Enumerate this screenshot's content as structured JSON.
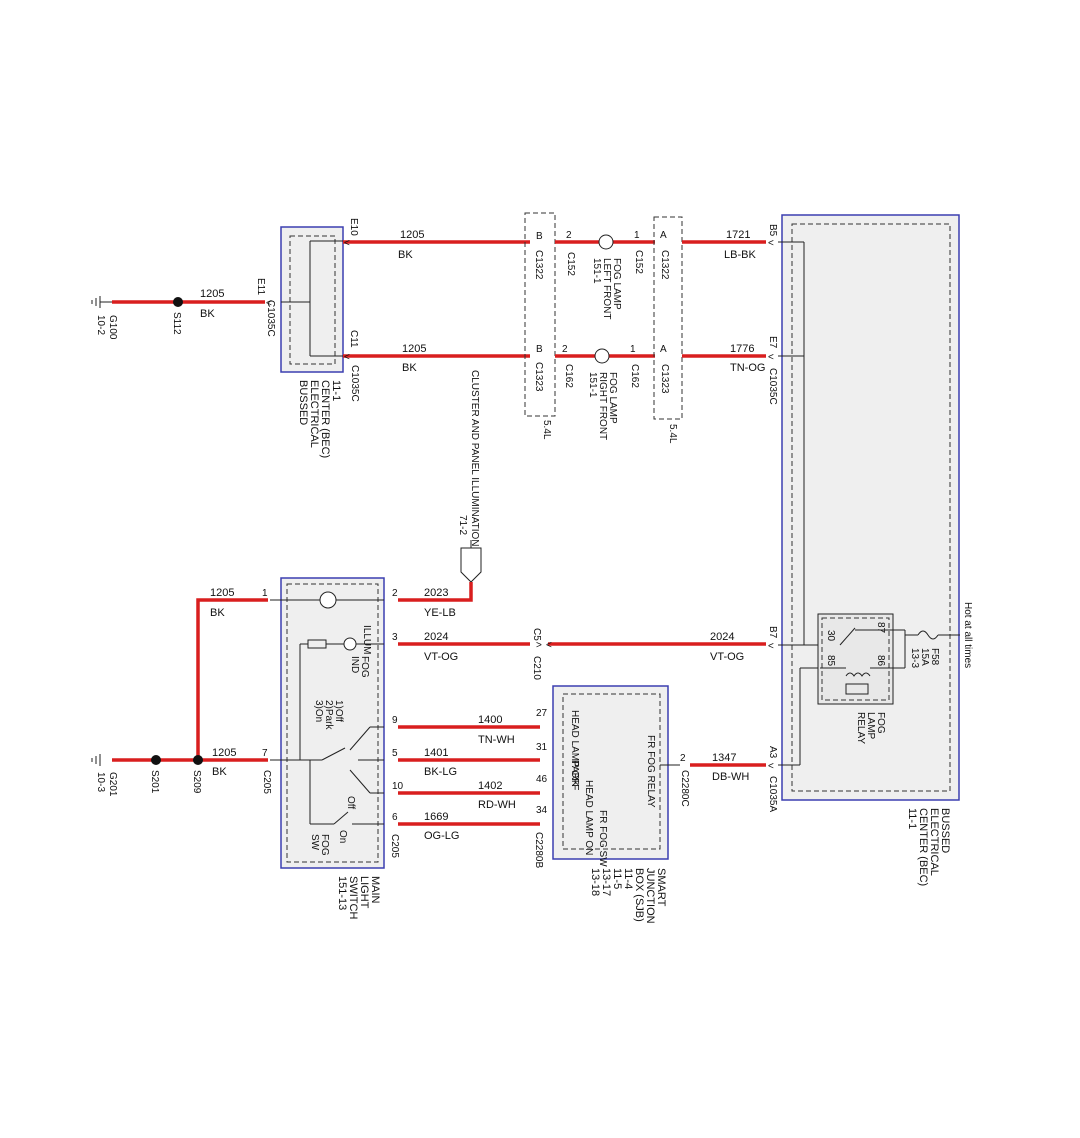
{
  "colors": {
    "wire": "#d91e1e",
    "module_border": "#3b3fb0",
    "module_fill": "#efefef"
  },
  "grounds": {
    "g100": {
      "name": "G100",
      "ref": "10-2"
    },
    "g201": {
      "name": "G201",
      "ref": "10-3"
    }
  },
  "splices": {
    "s112": "S112",
    "s201": "S201",
    "s209": "S209"
  },
  "bec_left": {
    "label_lines": [
      "BUSSED",
      "ELECTRICAL",
      "CENTER (BEC)",
      "11-1"
    ]
  },
  "bec_right": {
    "label_lines": [
      "BUSSED",
      "ELECTRICAL",
      "CENTER (BEC)",
      "11-1"
    ]
  },
  "connectors": {
    "c1035c": "C1035C",
    "c1035a": "C1035A",
    "c1322": "C1322",
    "c1323": "C1323",
    "c152": "C152",
    "c162": "C162",
    "c205": "C205",
    "c210": "C210",
    "c2280c": "C2280C",
    "c2280b": "C2280B"
  },
  "pins": {
    "e10": "E10",
    "e11": "E11",
    "c11": "C11",
    "b5": "B5",
    "e7": "E7",
    "b7": "B7",
    "a3": "A3",
    "b": "B",
    "a": "A",
    "p1": "1",
    "p2": "2",
    "p3": "3",
    "p5": "5",
    "p6": "6",
    "p7": "7",
    "p9": "9",
    "p10": "10",
    "p27": "27",
    "p31": "31",
    "p46": "46",
    "p34": "34",
    "c5": "C5"
  },
  "wires": {
    "w1205": "1205",
    "bk": "BK",
    "w1721": "1721",
    "lb_bk": "LB-BK",
    "w1776": "1776",
    "tn_og": "TN-OG",
    "w2023": "2023",
    "ye_lb": "YE-LB",
    "w2024": "2024",
    "vt_og": "VT-OG",
    "w1400": "1400",
    "tn_wh": "TN-WH",
    "w1401": "1401",
    "bk_lg": "BK-LG",
    "w1402": "1402",
    "rd_wh": "RD-WH",
    "w1669": "1669",
    "og_lg": "OG-LG",
    "w1347": "1347",
    "db_wh": "DB-WH"
  },
  "fog_left": {
    "lines": [
      "FOG LAMP",
      "LEFT FRONT",
      "151-1"
    ]
  },
  "fog_right": {
    "lines": [
      "FOG LAMP",
      "RIGHT FRONT",
      "151-1"
    ]
  },
  "engine_tag": "5.4L",
  "illumination": {
    "text": "CLUSTER AND PANEL ILLUMINATION",
    "ref": "71-2"
  },
  "main_switch": {
    "label_lines": [
      "MAIN",
      "LIGHT",
      "SWITCH",
      "151-13"
    ],
    "illum": "ILLUM",
    "fog_ind": [
      "FOG",
      "IND"
    ],
    "positions": [
      "1)Off",
      "2)Park",
      "3)On"
    ],
    "fog_sw": [
      "FOG",
      "SW"
    ],
    "off": "Off",
    "on": "On"
  },
  "sjb": {
    "label_lines": [
      "SMART",
      "JUNCTION",
      "BOX (SJB)",
      "11-4",
      "11-5",
      "13-17",
      "13-18"
    ],
    "relay_text": "FR FOG RELAY",
    "inputs": [
      "HEAD LAMP OFF",
      "PARK",
      "HEAD LAMP ON",
      "FR FOG SW"
    ]
  },
  "relay": {
    "label_lines": [
      "FOG",
      "LAMP",
      "RELAY"
    ],
    "pins": [
      "30",
      "87",
      "85",
      "86"
    ]
  },
  "fuse": {
    "name": "F58",
    "rating": "15A",
    "ref": "13-3"
  },
  "hot": "Hot at all times"
}
